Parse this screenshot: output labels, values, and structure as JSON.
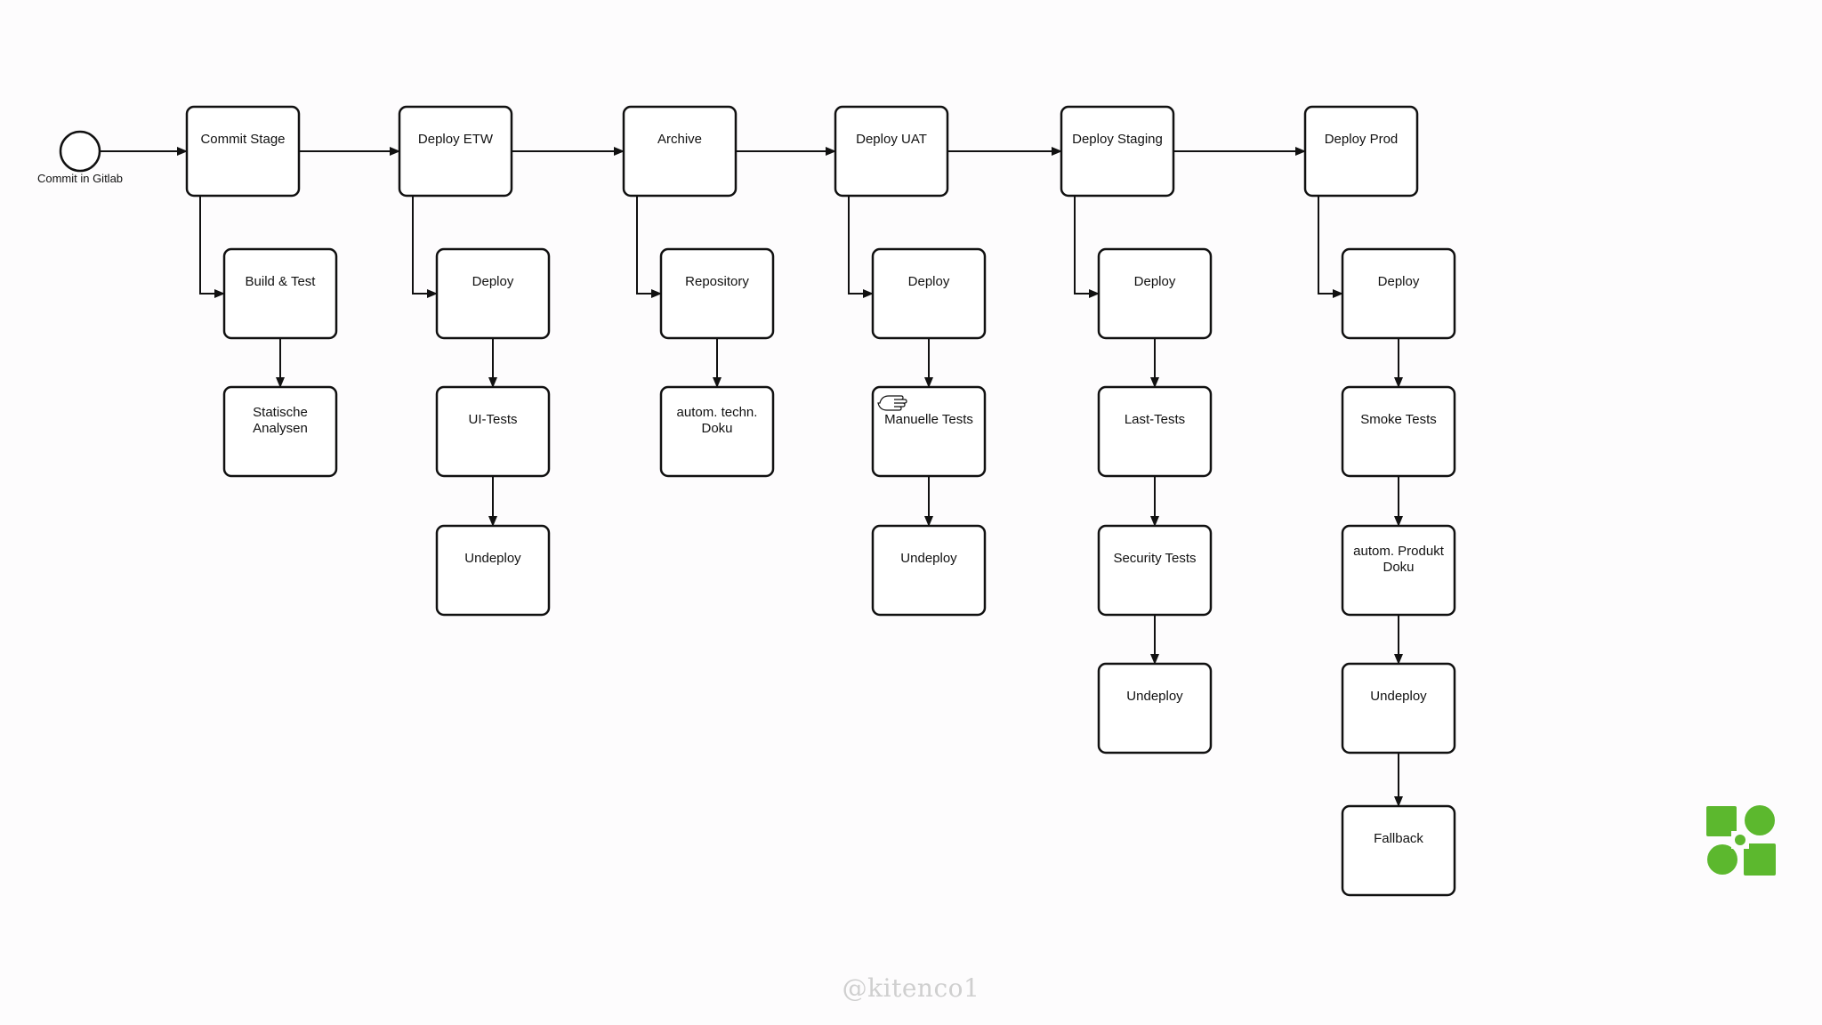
{
  "diagram": {
    "start_event": {
      "label": "Commit in Gitlab"
    },
    "stages": [
      {
        "id": "commit-stage",
        "label": "Commit Stage",
        "steps": [
          "Build & Test",
          "Statische Analysen"
        ]
      },
      {
        "id": "deploy-etw",
        "label": "Deploy ETW",
        "steps": [
          "Deploy",
          "UI-Tests",
          "Undeploy"
        ]
      },
      {
        "id": "archive",
        "label": "Archive",
        "steps": [
          "Repository",
          "autom. techn. Doku"
        ]
      },
      {
        "id": "deploy-uat",
        "label": "Deploy UAT",
        "steps": [
          "Deploy",
          "Manuelle Tests",
          "Undeploy"
        ]
      },
      {
        "id": "deploy-staging",
        "label": "Deploy Staging",
        "steps": [
          "Deploy",
          "Last-Tests",
          "Security Tests",
          "Undeploy"
        ]
      },
      {
        "id": "deploy-prod",
        "label": "Deploy Prod",
        "steps": [
          "Deploy",
          "Smoke Tests",
          "autom. Produkt Doku",
          "Undeploy",
          "Fallback"
        ]
      }
    ],
    "manual_task_marker_on": "Manuelle Tests",
    "colors": {
      "stroke": "#111111",
      "node_fill": "#ffffff",
      "logo_green": "#5cb82e",
      "watermark": "#cfcfcf"
    }
  },
  "watermark": {
    "text": "@kitenco1"
  },
  "logo": {
    "icon": "puzzle-logo-icon"
  }
}
